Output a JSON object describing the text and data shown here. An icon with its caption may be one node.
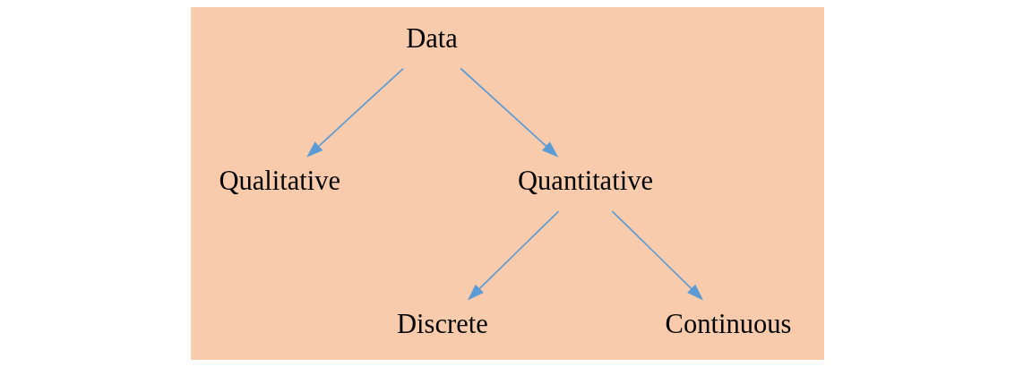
{
  "diagram": {
    "nodes": [
      {
        "text": [
          "Data"
        ]
      },
      {
        "text": [
          "Qualitative"
        ]
      },
      {
        "text": [
          "Quantitative"
        ]
      },
      {
        "text": [
          "Discrete"
        ]
      },
      {
        "text": [
          "Continuous"
        ]
      }
    ],
    "edges": [
      {
        "from": 0,
        "to": 1,
        "arrow": "to"
      },
      {
        "from": 0,
        "to": 2,
        "arrow": "to"
      },
      {
        "from": 2,
        "to": 3,
        "arrow": "to"
      },
      {
        "from": 2,
        "to": 4,
        "arrow": "to"
      }
    ]
  }
}
